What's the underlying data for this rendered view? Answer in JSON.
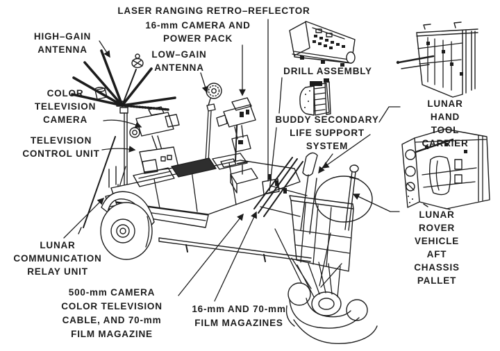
{
  "diagram": {
    "labels": {
      "laser_ranging_retro_reflector": "LASER RANGING RETRO–REFLECTOR",
      "camera_16mm_power_pack": "16-mm CAMERA AND\nPOWER PACK",
      "high_gain_antenna": "HIGH–GAIN\nANTENNA",
      "low_gain_antenna": "LOW–GAIN\nANTENNA",
      "drill_assembly": "DRILL ASSEMBLY",
      "color_television_camera": "COLOR\nTELEVISION\nCAMERA",
      "television_control_unit": "TELEVISION\nCONTROL UNIT",
      "buddy_secondary_life_support_system": "BUDDY SECONDARY\nLIFE SUPPORT\nSYSTEM",
      "lunar_hand_tool_carrier": "LUNAR HAND\nTOOL CARRIER",
      "lunar_rover_vehicle_aft_chassis_pallet": "LUNAR ROVER\nVEHICLE AFT\nCHASSIS PALLET",
      "lunar_communication_relay_unit": "LUNAR\nCOMMUNICATION\nRELAY UNIT",
      "camera_500mm_tv_cable_70mm_magazine": "500-mm CAMERA\nCOLOR TELEVISION\nCABLE, AND 70-mm\nFILM MAGAZINE",
      "film_magazines_16mm_70mm": "16-mm AND 70-mm\nFILM MAGAZINES"
    },
    "colors": {
      "ink": "#1c1c1c",
      "paper": "#ffffff"
    }
  }
}
